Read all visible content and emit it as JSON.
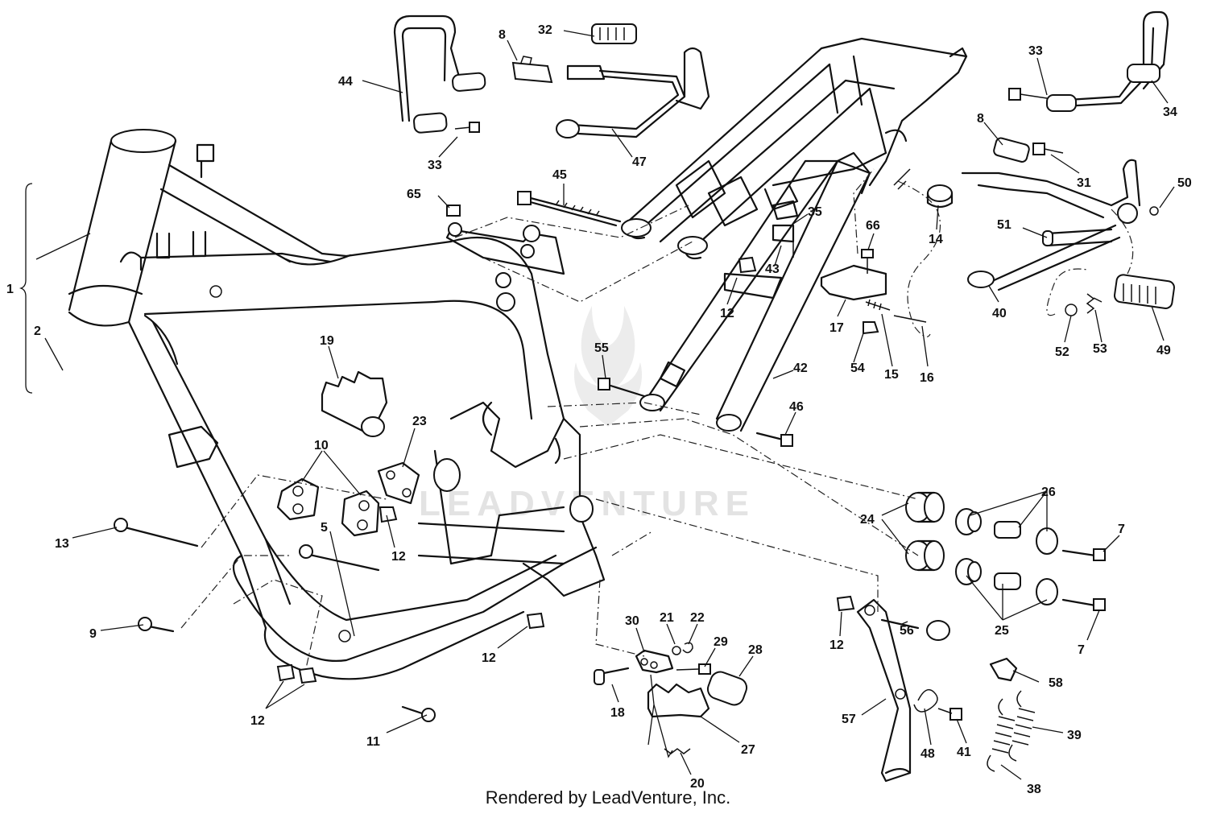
{
  "footer": {
    "credit": "Rendered by LeadVenture, Inc."
  },
  "watermark": {
    "text": "LEADVENTURE"
  },
  "callouts": [
    {
      "label": "1"
    },
    {
      "label": "2"
    },
    {
      "label": "44"
    },
    {
      "label": "33"
    },
    {
      "label": "8"
    },
    {
      "label": "32"
    },
    {
      "label": "47"
    },
    {
      "label": "45"
    },
    {
      "label": "65"
    },
    {
      "label": "35"
    },
    {
      "label": "66"
    },
    {
      "label": "14"
    },
    {
      "label": "43"
    },
    {
      "label": "12"
    },
    {
      "label": "17"
    },
    {
      "label": "54"
    },
    {
      "label": "15"
    },
    {
      "label": "16"
    },
    {
      "label": "42"
    },
    {
      "label": "46"
    },
    {
      "label": "55"
    },
    {
      "label": "19"
    },
    {
      "label": "23"
    },
    {
      "label": "10"
    },
    {
      "label": "5"
    },
    {
      "label": "12"
    },
    {
      "label": "13"
    },
    {
      "label": "9"
    },
    {
      "label": "12"
    },
    {
      "label": "11"
    },
    {
      "label": "12"
    },
    {
      "label": "33"
    },
    {
      "label": "34"
    },
    {
      "label": "8"
    },
    {
      "label": "31"
    },
    {
      "label": "50"
    },
    {
      "label": "51"
    },
    {
      "label": "40"
    },
    {
      "label": "52"
    },
    {
      "label": "53"
    },
    {
      "label": "49"
    },
    {
      "label": "24"
    },
    {
      "label": "26"
    },
    {
      "label": "7"
    },
    {
      "label": "25"
    },
    {
      "label": "7"
    },
    {
      "label": "12"
    },
    {
      "label": "56"
    },
    {
      "label": "57"
    },
    {
      "label": "48"
    },
    {
      "label": "41"
    },
    {
      "label": "58"
    },
    {
      "label": "39"
    },
    {
      "label": "38"
    },
    {
      "label": "30"
    },
    {
      "label": "21"
    },
    {
      "label": "22"
    },
    {
      "label": "29"
    },
    {
      "label": "28"
    },
    {
      "label": "18"
    },
    {
      "label": "27"
    },
    {
      "label": "20"
    }
  ]
}
